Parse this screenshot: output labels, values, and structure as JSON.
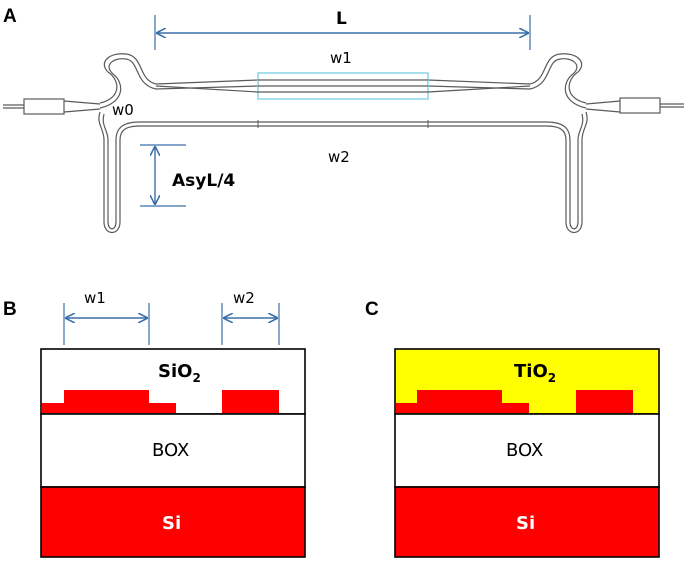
{
  "panel_a": {
    "letter": "A",
    "length_label": "L",
    "arm1_label": "w1",
    "arm2_label": "w2",
    "input_label": "w0",
    "asym_label": "AsyL/4"
  },
  "panel_b": {
    "letter": "B",
    "w1_label": "w1",
    "w2_label": "w2",
    "cladding_label": "SiO",
    "cladding_sub": "2",
    "box_label": "BOX",
    "substrate_label": "Si"
  },
  "panel_c": {
    "letter": "C",
    "cladding_label": "TiO",
    "cladding_sub": "2",
    "box_label": "BOX",
    "substrate_label": "Si"
  },
  "colors": {
    "silicon_red": "#ff0000",
    "tio2_yellow": "#ffff00",
    "dimension_blue": "#3b6ea8",
    "highlight_cyan": "#7fd3e8"
  }
}
